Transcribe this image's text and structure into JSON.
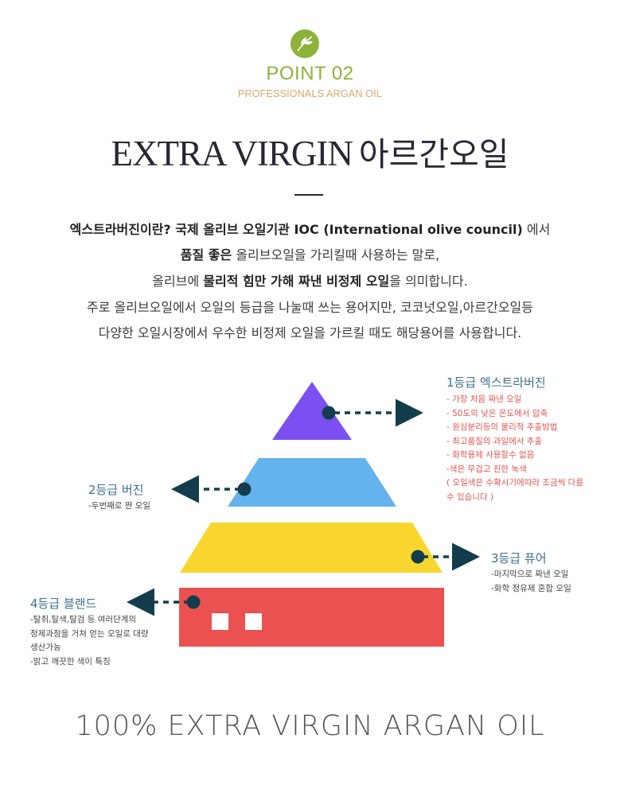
{
  "header": {
    "point_title": "POINT 02",
    "point_subtitle": "PROFESSIONALS ARGAN OIL",
    "headline_en": "EXTRA VIRGIN",
    "headline_ko": "아르간오일"
  },
  "intro": {
    "line1_bold": "엑스트라버진이란? 국제 올리브 오일기관 IOC (International olive council)",
    "line1_rest": " 에서",
    "line2_bold": "품질 좋은",
    "line2_rest": " 올리브오일을 가리킬때 사용하는 말로,",
    "line3_pre": "올리브에 ",
    "line3_bold": "물리적 힘만 가해 짜낸 비정제 오일",
    "line3_post": "을 의미합니다.",
    "line4": "주로 올리브오일에서 오일의 등급을 나눌때 쓰는 용어지만, 코코넛오일,아르간오일등",
    "line5": "다양한 오일시장에서 우수한 비정제 오일을 가르킬 때도 해당용어를 사용합니다."
  },
  "grades": {
    "g1_title": "1등급 엑스트라버진",
    "g1_notes": [
      "- 가장 처음 짜낸 오일",
      "- 50도의 낮은 온도에서 압축",
      "- 원심분리등의 물리적 추출방법",
      "- 최고품질의 과일에서 추출",
      "- 화학용제 사용할수 없음",
      "-색은 무겁고 진한 녹색",
      "( 오일색은 수확시기에따라 조금씩 다를",
      "수 있습니다 )"
    ],
    "g2_title": "2등급 버진",
    "g2_notes": [
      "-두번째로 짠 오일"
    ],
    "g3_title": "3등급 퓨어",
    "g3_notes": [
      "-마지막으로 짜낸 오일",
      "-화학 정유제 혼합 오일"
    ],
    "g4_title": "4등급 블랜드",
    "g4_notes": [
      "-탈취,탈색,탈검 등 여러단계의",
      "정제과정을 거쳐 얻는 오일로 대량",
      "생산가능",
      "-맑고 깨끗한 색이 특징"
    ]
  },
  "colors": {
    "tier1": "#7b4ff0",
    "tier2": "#64b2ee",
    "tier3": "#f8d62e",
    "tier4": "#ea5150",
    "dot": "#133d4c",
    "accent_green": "#8cb23a"
  },
  "icons": {
    "logo": "leaf-logo-icon"
  },
  "footer": {
    "text": "100% EXTRA VIRGIN ARGAN OIL"
  }
}
